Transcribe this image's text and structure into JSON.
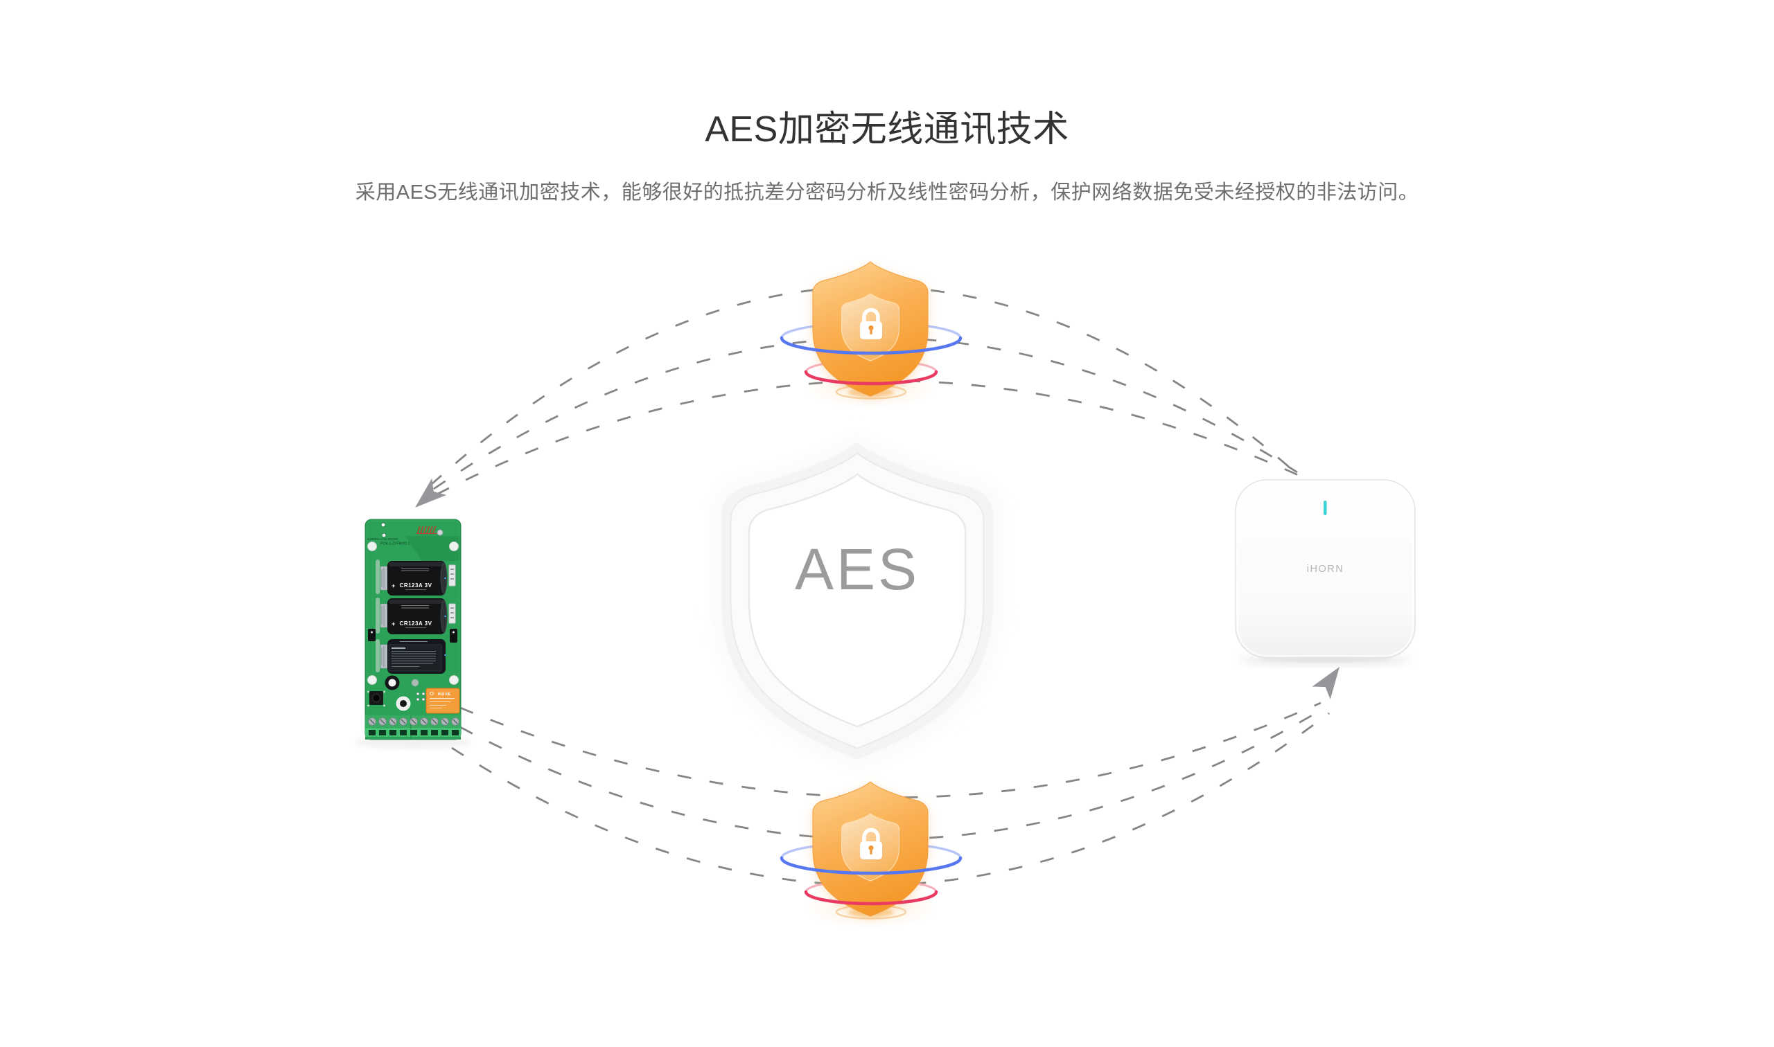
{
  "header": {
    "title": "AES加密无线通讯技术",
    "subtitle": "采用AES无线通讯加密技术，能够很好的抵抗差分密码分析及线性密码分析，保护网络数据免受未经授权的非法访问。"
  },
  "watermark": {
    "label": "AES"
  },
  "device": {
    "brand": "iHORN"
  },
  "pcb": {
    "serial_line": "B10033A V16 250301",
    "board_code": "PCB-1-ZYFK/V2.1",
    "battery_label": "CR123A 3V",
    "battery_plus": "+",
    "relay_brand": "HUI KE"
  },
  "colors": {
    "shield_orange": "#f9a843",
    "ring_blue": "#5677ef",
    "ring_red": "#e93a61",
    "dash_gray": "#858585",
    "led_cyan": "#3ad2d2",
    "pcb_green": "#2ca158"
  }
}
